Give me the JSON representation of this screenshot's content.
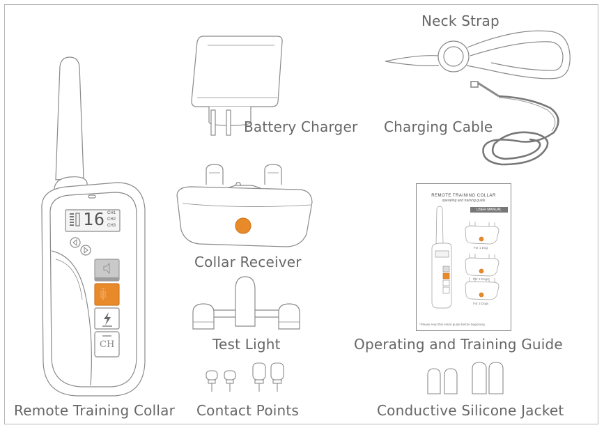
{
  "labels": {
    "remote": "Remote Training Collar",
    "charger": "Battery Charger",
    "neck_strap": "Neck Strap",
    "charging_cable": "Charging Cable",
    "collar_receiver": "Collar Receiver",
    "test_light": "Test Light",
    "guide": "Operating and Training Guide",
    "contact_points": "Contact Points",
    "jacket": "Conductive Silicone Jacket"
  },
  "remote_display": {
    "channel_value": "16",
    "ch1": "CH1",
    "ch2": "CH2",
    "ch3": "CH3",
    "button_ch": "CH"
  },
  "manual": {
    "title": "REMOTE TRAINING COLLAR",
    "subtitle": "operating and training guide",
    "tag": "USER MANUAL",
    "cap1": "For 1 Dog",
    "cap2": "For 2 Dogs",
    "cap3": "For 3 Dogs",
    "footer": "*Please read this entire guide before beginning."
  },
  "colors": {
    "accent_orange": "#E8892A",
    "line_gray": "#8a8a8a",
    "cord_gray": "#777777"
  }
}
